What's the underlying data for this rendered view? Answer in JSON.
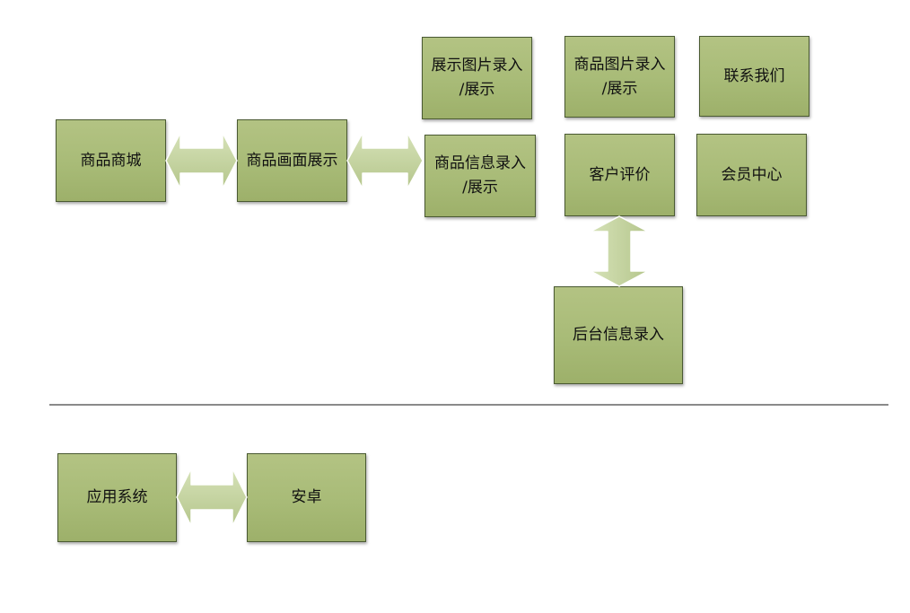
{
  "diagram": {
    "nodes": {
      "mall": "商品商城",
      "display": "商品画面展示",
      "show_image": "展示图片录入\n/展示",
      "product_info": "商品信息录入\n/展示",
      "product_image": "商品图片录入\n/展示",
      "customer_review": "客户评价",
      "contact_us": "联系我们",
      "member_center": "会员中心",
      "backend_input": "后台信息录入",
      "app_system": "应用系统",
      "android": "安卓"
    },
    "edges": [
      {
        "from": "mall",
        "to": "display",
        "style": "double-arrow"
      },
      {
        "from": "display",
        "to": "product_info",
        "style": "double-arrow"
      },
      {
        "from": "customer_review",
        "to": "backend_input",
        "style": "double-arrow"
      },
      {
        "from": "app_system",
        "to": "android",
        "style": "double-arrow"
      }
    ]
  },
  "colors": {
    "box_fill": "#a8bb77",
    "box_border": "#4a5a32",
    "arrow_fill": "#c8d6a6",
    "divider": "#8a8a8a"
  }
}
